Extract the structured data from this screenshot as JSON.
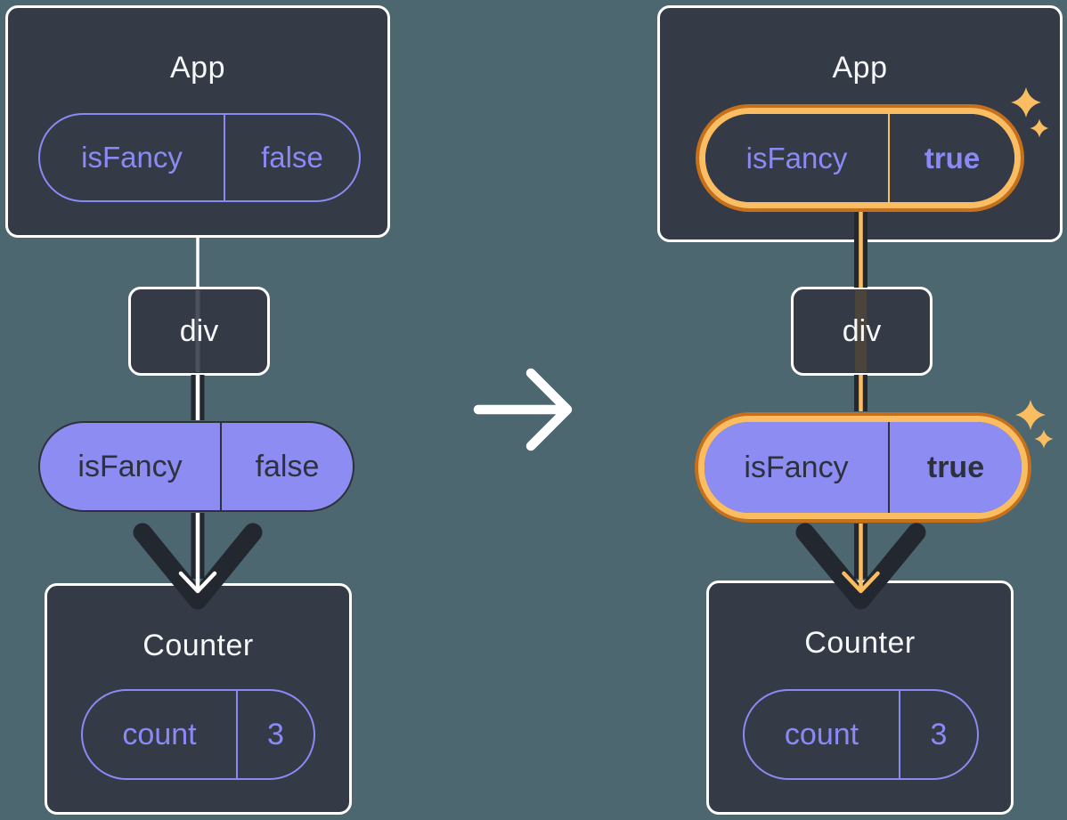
{
  "colors": {
    "background": "#4D6771",
    "card": "#343A46",
    "card_border": "#FFFFFF",
    "purple": "#8B8AF5",
    "purple_fill": "#8D8CF2",
    "ink": "#2C313C",
    "arrow_black": "#23272F",
    "orange_outer": "#C7701C",
    "orange_inner": "#FABD62",
    "white": "#FFFFFF"
  },
  "icons": {
    "transition": "right-arrow-icon",
    "highlight": "sparkles-icon",
    "flow": "down-arrow-icon"
  },
  "before": {
    "app": {
      "title": "App",
      "state": {
        "name": "isFancy",
        "value": "false"
      }
    },
    "middle": {
      "label": "div"
    },
    "prop": {
      "name": "isFancy",
      "value": "false"
    },
    "counter": {
      "title": "Counter",
      "state": {
        "name": "count",
        "value": "3"
      }
    }
  },
  "after": {
    "app": {
      "title": "App",
      "state": {
        "name": "isFancy",
        "value": "true"
      }
    },
    "middle": {
      "label": "div"
    },
    "prop": {
      "name": "isFancy",
      "value": "true"
    },
    "counter": {
      "title": "Counter",
      "state": {
        "name": "count",
        "value": "3"
      }
    }
  }
}
